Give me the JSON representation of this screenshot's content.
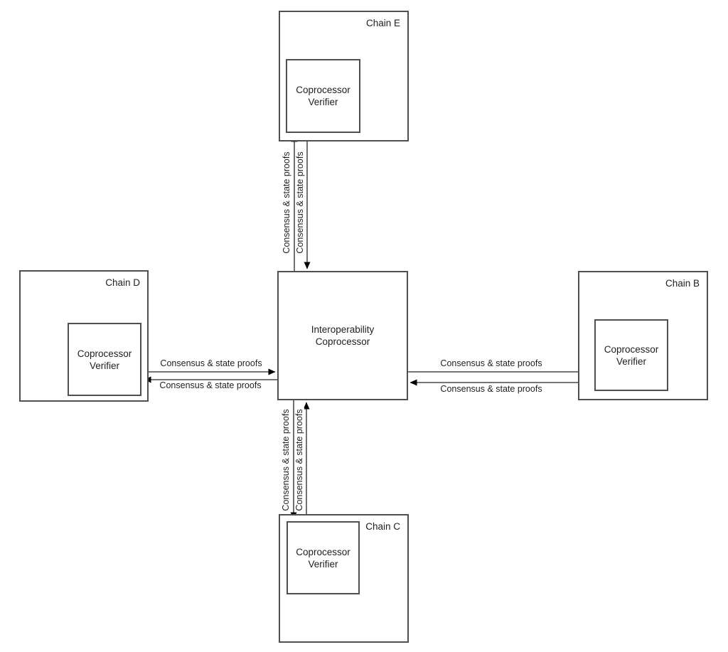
{
  "diagram": {
    "center_node": {
      "label": "Interoperability Coprocessor"
    },
    "chains": [
      {
        "label": "Chain E",
        "position": "top",
        "verifier_label": "Coprocessor Verifier"
      },
      {
        "label": "Chain B",
        "position": "right",
        "verifier_label": "Coprocessor Verifier"
      },
      {
        "label": "Chain C",
        "position": "bottom",
        "verifier_label": "Coprocessor Verifier"
      },
      {
        "label": "Chain D",
        "position": "left",
        "verifier_label": "Coprocessor Verifier"
      }
    ],
    "edge_label": "Consensus & state proofs",
    "edges": [
      {
        "from": "Interoperability Coprocessor",
        "to": "Chain E Coprocessor Verifier",
        "label": "Consensus & state proofs"
      },
      {
        "from": "Chain E Coprocessor Verifier",
        "to": "Interoperability Coprocessor",
        "label": "Consensus & state proofs"
      },
      {
        "from": "Interoperability Coprocessor",
        "to": "Chain C Coprocessor Verifier",
        "label": "Consensus & state proofs"
      },
      {
        "from": "Chain C Coprocessor Verifier",
        "to": "Interoperability Coprocessor",
        "label": "Consensus & state proofs"
      },
      {
        "from": "Chain D Coprocessor Verifier",
        "to": "Interoperability Coprocessor",
        "label": "Consensus & state proofs"
      },
      {
        "from": "Interoperability Coprocessor",
        "to": "Chain D Coprocessor Verifier",
        "label": "Consensus & state proofs"
      },
      {
        "from": "Interoperability Coprocessor",
        "to": "Chain B Coprocessor Verifier",
        "label": "Consensus & state proofs"
      },
      {
        "from": "Chain B Coprocessor Verifier",
        "to": "Interoperability Coprocessor",
        "label": "Consensus & state proofs"
      }
    ],
    "colors": {
      "box_border": "#4f4f4f",
      "line": "#262626",
      "arrowhead": "#000000",
      "text": "#202020",
      "background": "#ffffff"
    }
  }
}
